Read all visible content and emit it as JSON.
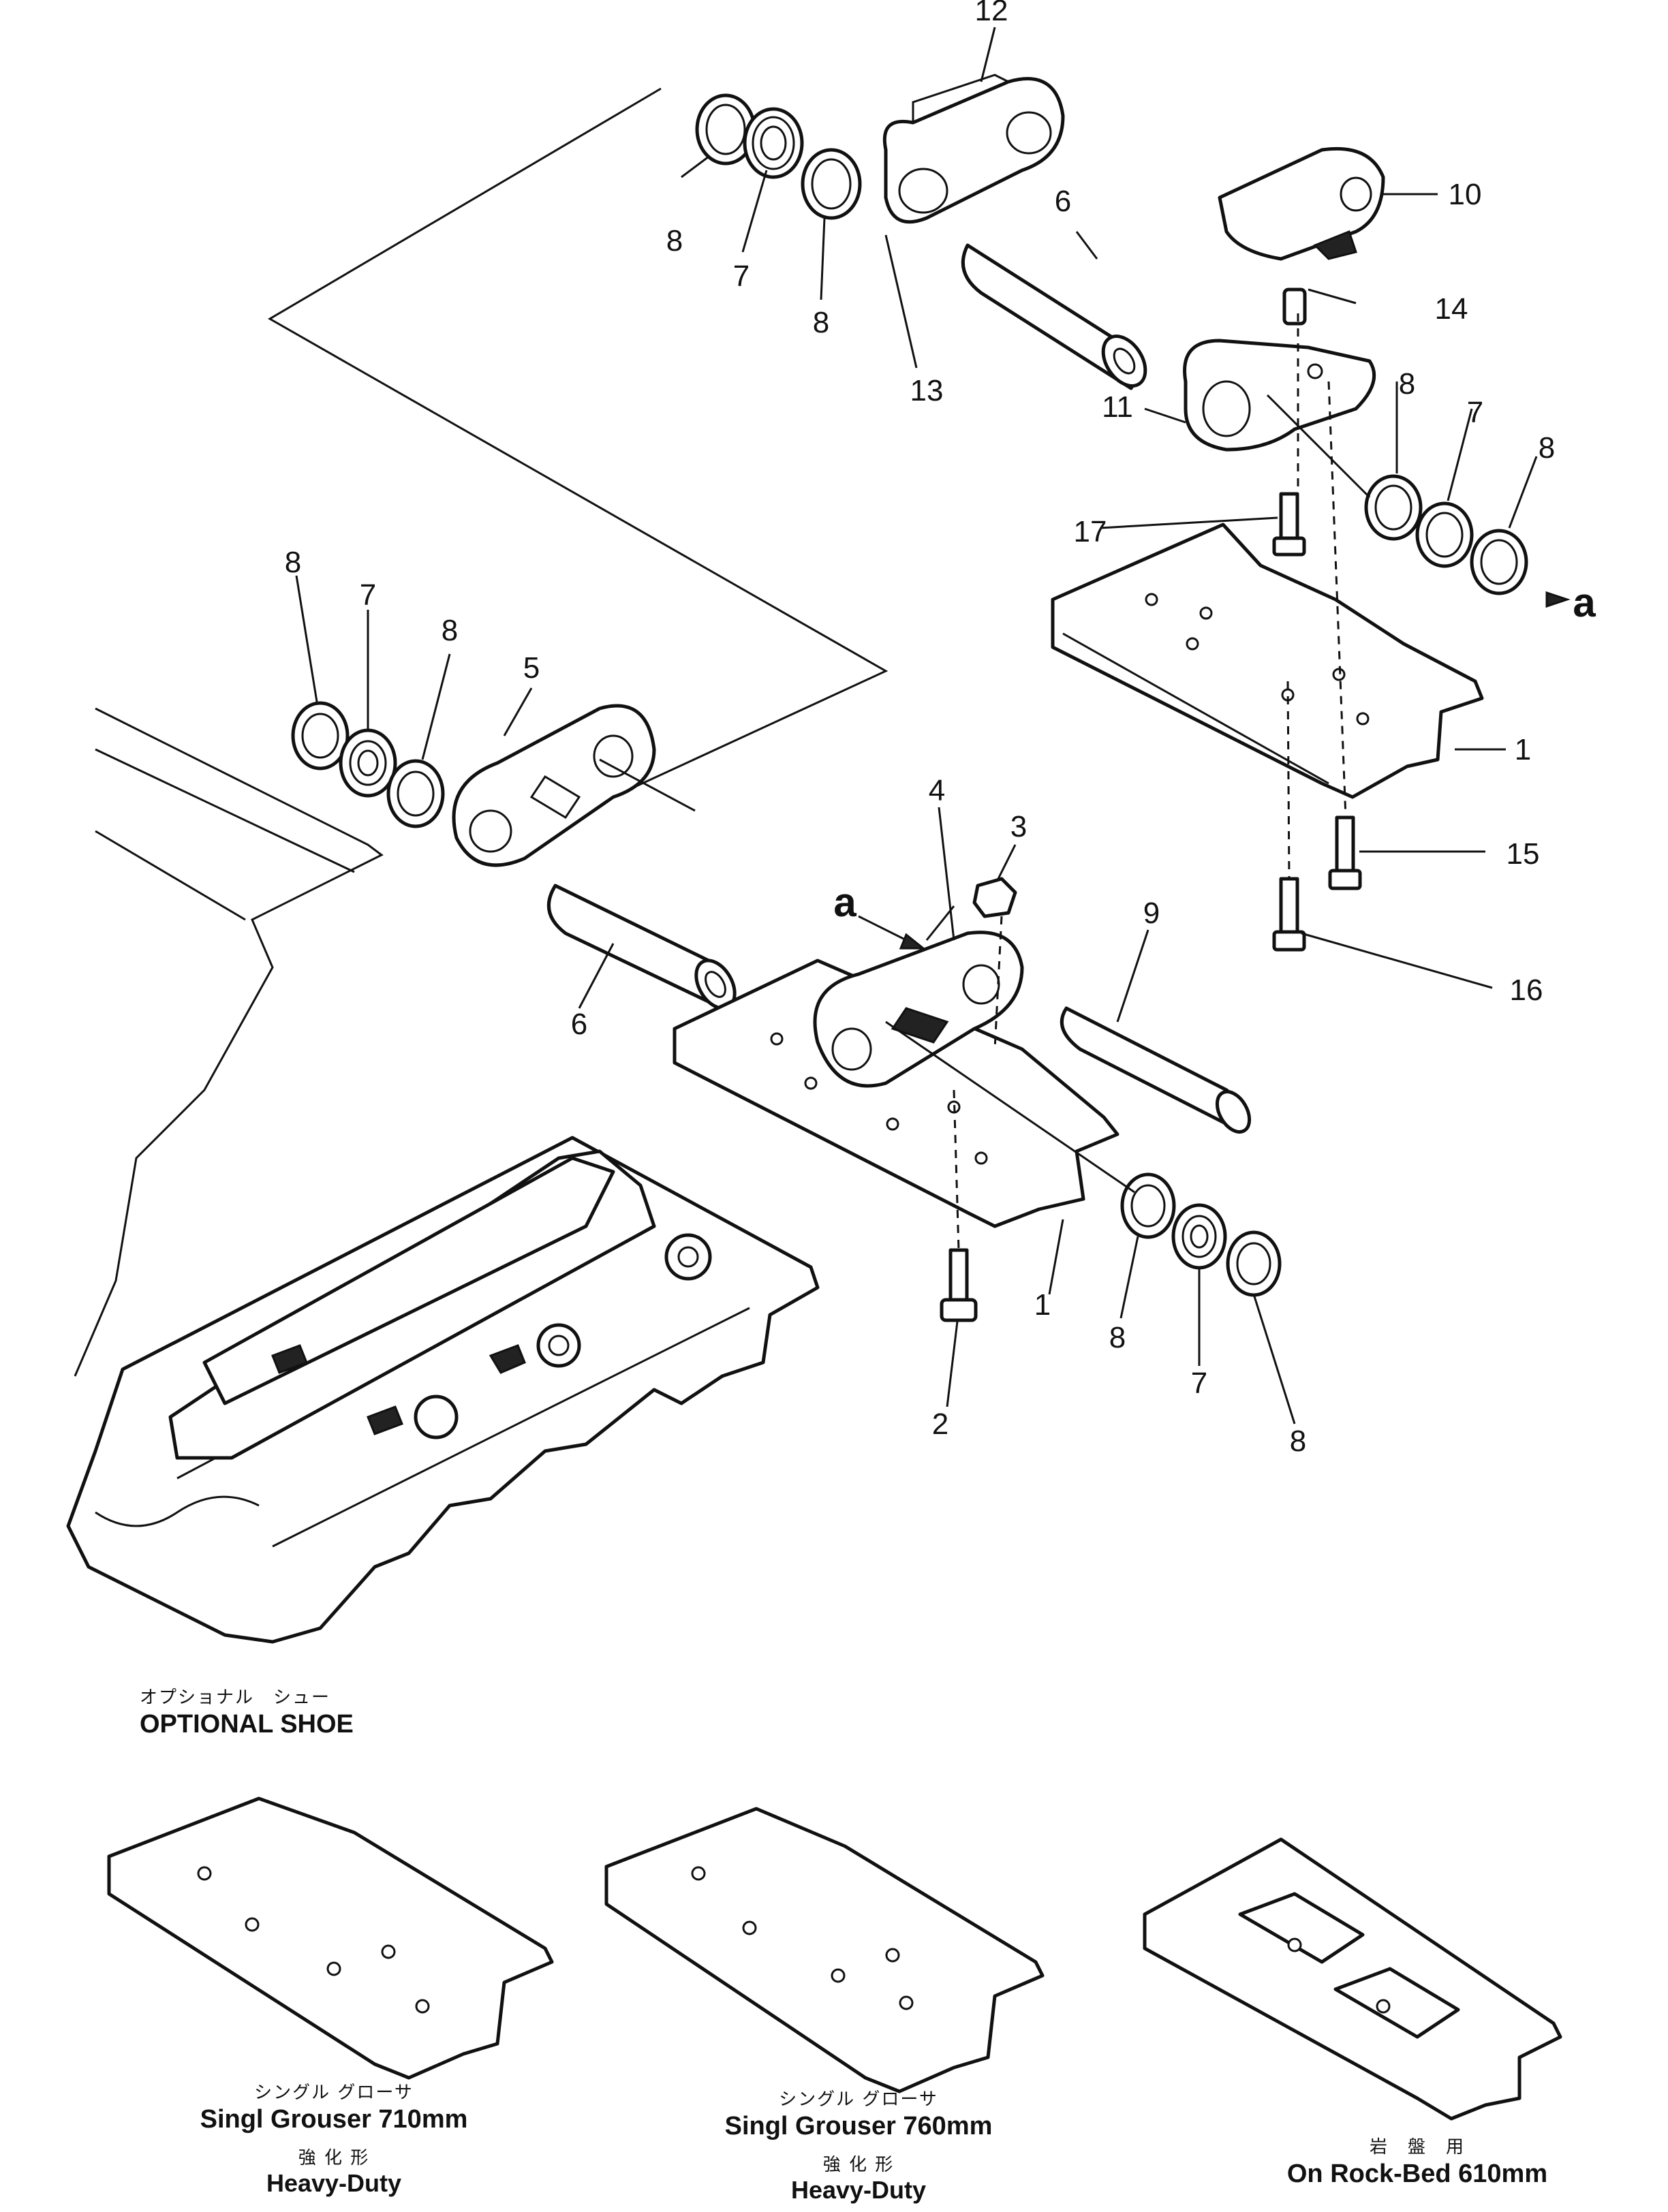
{
  "callouts": {
    "c12": "12",
    "c10": "10",
    "c6a": "6",
    "c14": "14",
    "c8a": "8",
    "c7a": "7",
    "c8b": "8",
    "c13": "13",
    "c11": "11",
    "c8c": "8",
    "c7b": "7",
    "c8d": "8",
    "c17": "17",
    "c1a": "1",
    "c15": "15",
    "c16": "16",
    "c8e": "8",
    "c7c": "7",
    "c8f": "8",
    "c5": "5",
    "c4": "4",
    "c3": "3",
    "c9": "9",
    "c6b": "6",
    "c1b": "1",
    "c8g": "8",
    "c7d": "7",
    "c8h": "8",
    "c2": "2"
  },
  "view_marks": {
    "a1": "a",
    "a2": "a"
  },
  "optional_shoe": {
    "jp": "オプショナル　シュー",
    "en": "OPTIONAL  SHOE"
  },
  "shoes": [
    {
      "jp": "シングル グローサ",
      "en": "Singl Grouser 710mm",
      "sub_jp": "強 化 形",
      "sub_en": "Heavy-Duty"
    },
    {
      "jp": "シングル グローサ",
      "en": "Singl Grouser 760mm",
      "sub_jp": "強 化 形",
      "sub_en": "Heavy-Duty"
    },
    {
      "jp": "岩　盤　用",
      "en": "On Rock-Bed 610mm"
    }
  ]
}
